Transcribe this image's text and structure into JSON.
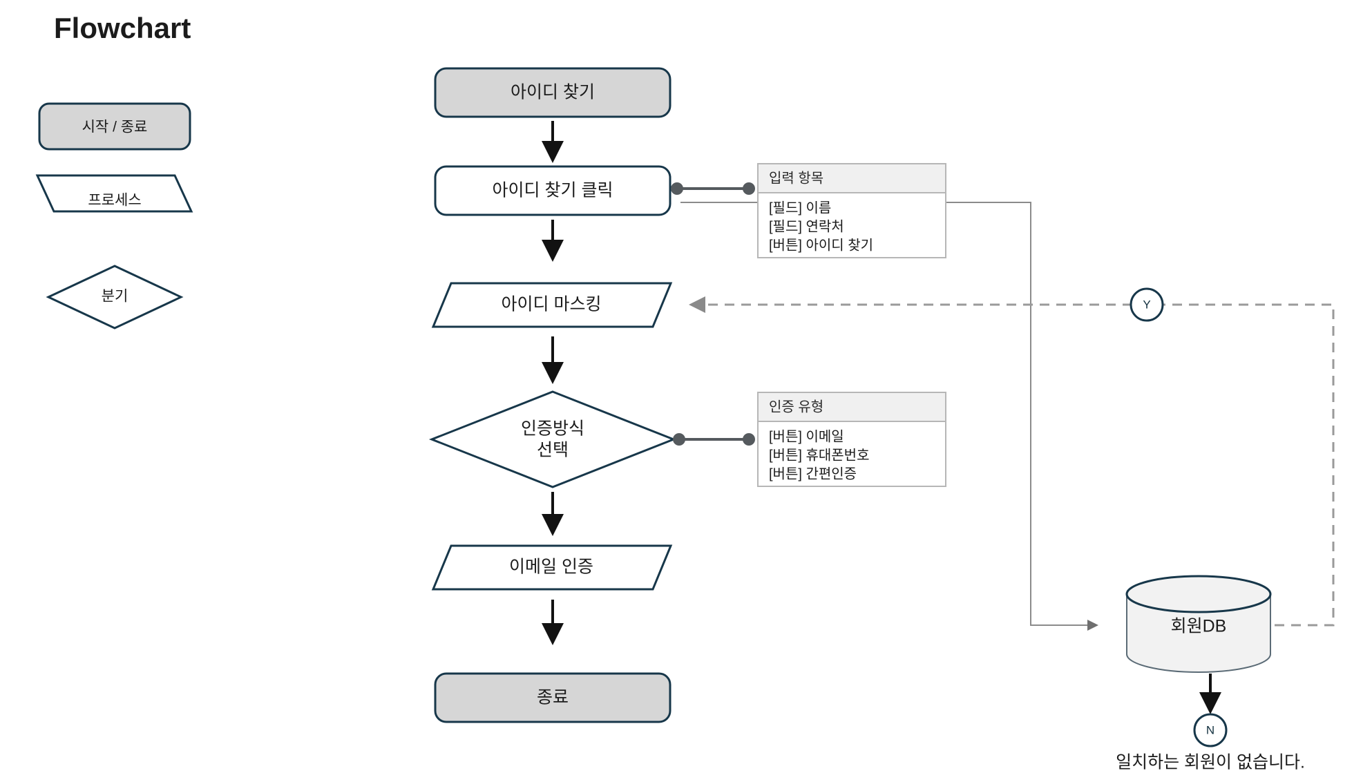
{
  "page": {
    "title": "Flowchart",
    "background": "#ffffff",
    "stroke_color": "#17374a",
    "fill_gray": "#d6d6d6",
    "arrow_color": "#121212",
    "connector_color": "#9a9a9a"
  },
  "legend": {
    "items": [
      {
        "label": "시작 / 종료",
        "shape": "rounded-rectangle",
        "fill": "#d6d6d6"
      },
      {
        "label": "프로세스",
        "shape": "parallelogram",
        "fill": "#ffffff"
      },
      {
        "label": "분기",
        "shape": "diamond",
        "fill": "#ffffff"
      }
    ]
  },
  "flow": {
    "nodes": [
      {
        "id": "start",
        "label": "아이디 찾기",
        "shape": "rounded-rectangle",
        "fill": "#d6d6d6"
      },
      {
        "id": "click",
        "label": "아이디 찾기 클릭",
        "shape": "rounded-rectangle",
        "fill": "#ffffff"
      },
      {
        "id": "masking",
        "label": "아이디 마스킹",
        "shape": "parallelogram",
        "fill": "#ffffff"
      },
      {
        "id": "decision",
        "label_line1": "인증방식",
        "label_line2": "선택",
        "shape": "diamond",
        "fill": "#ffffff"
      },
      {
        "id": "email",
        "label": "이메일 인증",
        "shape": "parallelogram",
        "fill": "#ffffff"
      },
      {
        "id": "end",
        "label": "종료",
        "shape": "rounded-rectangle",
        "fill": "#d6d6d6"
      },
      {
        "id": "db",
        "label": "회원DB",
        "shape": "cylinder",
        "fill": "#f2f2f2"
      }
    ],
    "notes": [
      {
        "id": "note-input",
        "title": "입력 항목",
        "lines": [
          "[필드] 이름",
          "[필드] 연락처",
          "[버튼] 아이디 찾기"
        ]
      },
      {
        "id": "note-auth",
        "title": "인증 유형",
        "lines": [
          "[버튼] 이메일",
          "[버튼] 휴대폰번호",
          "[버튼] 간편인증"
        ]
      }
    ],
    "branch_labels": [
      {
        "id": "yes",
        "label": "Y"
      },
      {
        "id": "no",
        "label": "N"
      }
    ],
    "messages": [
      {
        "id": "no-match",
        "text": "일치하는 회원이 없습니다."
      }
    ]
  }
}
